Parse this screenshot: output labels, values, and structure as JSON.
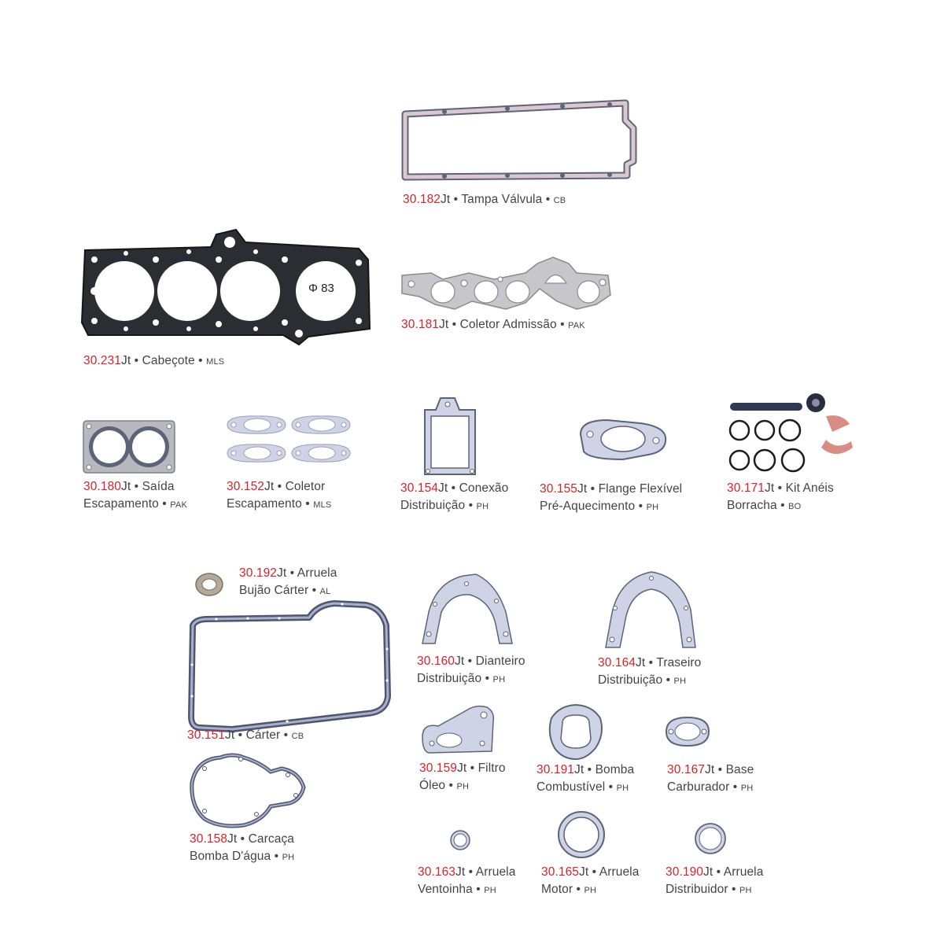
{
  "colors": {
    "code": "#d8232a",
    "text": "#444444",
    "gasket": "#c9cfe2",
    "gasket_dark": "#5d6478",
    "mls": "#2b2d33",
    "sheet": "#b7b9be",
    "rubber": "#d98c84"
  },
  "parts": [
    {
      "id": "tampa",
      "code": "30.182",
      "lines": [
        "Jt • Tampa Válvula •",
        ""
      ],
      "tags": [
        "CB",
        ""
      ]
    },
    {
      "id": "coletor-adm",
      "code": "30.181",
      "lines": [
        "Jt • Coletor Admissão •",
        ""
      ],
      "tags": [
        "PAK",
        ""
      ]
    },
    {
      "id": "cabecote",
      "code": "30.231",
      "lines": [
        "Jt • Cabeçote •",
        ""
      ],
      "tags": [
        "MLS",
        ""
      ],
      "diameter": "Φ 83"
    },
    {
      "id": "saida",
      "code": "30.180",
      "lines": [
        "Jt • Saída",
        "Escapamento •"
      ],
      "tags": [
        "",
        "PAK"
      ]
    },
    {
      "id": "coletor-esc",
      "code": "30.152",
      "lines": [
        "Jt • Coletor",
        "Escapamento •"
      ],
      "tags": [
        "",
        "MLS"
      ]
    },
    {
      "id": "conexao",
      "code": "30.154",
      "lines": [
        "Jt • Conexão",
        "Distribuição •"
      ],
      "tags": [
        "",
        "PH"
      ]
    },
    {
      "id": "flange",
      "code": "30.155",
      "lines": [
        "Jt • Flange Flexível",
        "Pré-Aquecimento •"
      ],
      "tags": [
        "",
        "PH"
      ]
    },
    {
      "id": "kit-aneis",
      "code": "30.171",
      "lines": [
        "Jt • Kit Anéis",
        "Borracha •"
      ],
      "tags": [
        "",
        "BO"
      ]
    },
    {
      "id": "arruela-bujao",
      "code": "30.192",
      "lines": [
        "Jt • Arruela",
        "Bujão Cárter •"
      ],
      "tags": [
        "",
        "AL"
      ]
    },
    {
      "id": "carter",
      "code": "30.151",
      "lines": [
        "Jt • Cárter •",
        ""
      ],
      "tags": [
        "CB",
        ""
      ]
    },
    {
      "id": "dianteiro",
      "code": "30.160",
      "lines": [
        "Jt • Dianteiro",
        "Distribuição •"
      ],
      "tags": [
        "",
        "PH"
      ]
    },
    {
      "id": "traseiro",
      "code": "30.164",
      "lines": [
        "Jt • Traseiro",
        "Distribuição •"
      ],
      "tags": [
        "",
        "PH"
      ]
    },
    {
      "id": "filtro",
      "code": "30.159",
      "lines": [
        "Jt • Filtro",
        "Óleo •"
      ],
      "tags": [
        "",
        "PH"
      ]
    },
    {
      "id": "bomba-comb",
      "code": "30.191",
      "lines": [
        "Jt • Bomba",
        "Combustível •"
      ],
      "tags": [
        "",
        "PH"
      ]
    },
    {
      "id": "base-carb",
      "code": "30.167",
      "lines": [
        "Jt • Base",
        "Carburador •"
      ],
      "tags": [
        "",
        "PH"
      ]
    },
    {
      "id": "carcaca",
      "code": "30.158",
      "lines": [
        "Jt • Carcaça",
        "Bomba D'água •"
      ],
      "tags": [
        "",
        "PH"
      ]
    },
    {
      "id": "ventoinha",
      "code": "30.163",
      "lines": [
        "Jt • Arruela",
        "Ventoinha •"
      ],
      "tags": [
        "",
        "PH"
      ]
    },
    {
      "id": "motor",
      "code": "30.165",
      "lines": [
        "Jt • Arruela",
        "Motor •"
      ],
      "tags": [
        "",
        "PH"
      ]
    },
    {
      "id": "distribuidor",
      "code": "30.190",
      "lines": [
        "Jt • Arruela",
        "Distribuidor •"
      ],
      "tags": [
        "",
        "PH"
      ]
    }
  ]
}
